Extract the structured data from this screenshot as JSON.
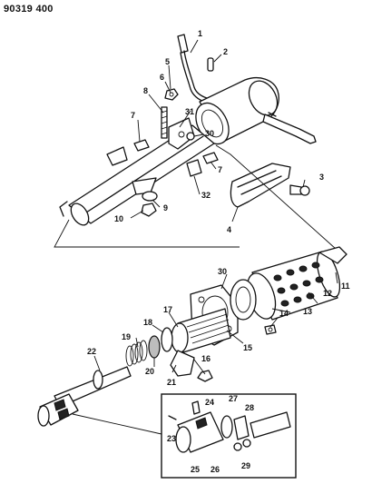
{
  "header": {
    "diagram_code": "90319 400"
  },
  "callouts": {
    "c1": "1",
    "c2": "2",
    "c3": "3",
    "c4": "4",
    "c5": "5",
    "c6": "6",
    "c7a": "7",
    "c7b": "7",
    "c8": "8",
    "c9": "9",
    "c10": "10",
    "c11": "11",
    "c12": "12",
    "c13": "13",
    "c14": "14",
    "c15": "15",
    "c16": "16",
    "c17": "17",
    "c18": "18",
    "c19": "19",
    "c20": "20",
    "c21": "21",
    "c22": "22",
    "c23": "23",
    "c24": "24",
    "c25": "25",
    "c26": "26",
    "c27": "27",
    "c28": "28",
    "c29": "29",
    "c30a": "30",
    "c30b": "30",
    "c31": "31",
    "c32": "32"
  }
}
